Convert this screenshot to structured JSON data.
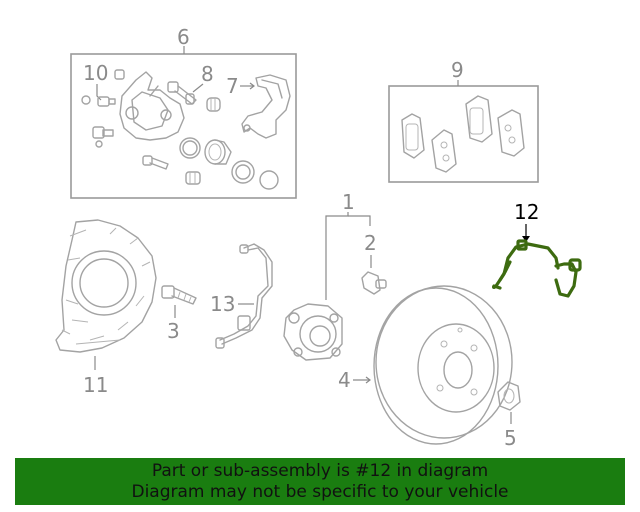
{
  "callouts": {
    "c1": "1",
    "c2": "2",
    "c3": "3",
    "c4": "4",
    "c5": "5",
    "c6": "6",
    "c7": "7",
    "c8": "8",
    "c9": "9",
    "c10": "10",
    "c11": "11",
    "c12": "12",
    "c13": "13"
  },
  "footer": {
    "line1": "Part or sub-assembly is #12 in diagram",
    "line2": "Diagram may not be specific to your vehicle"
  },
  "colors": {
    "highlight_part": "#3d6b10",
    "banner": "#1a7d10",
    "line_art": "#a3a3a3"
  }
}
